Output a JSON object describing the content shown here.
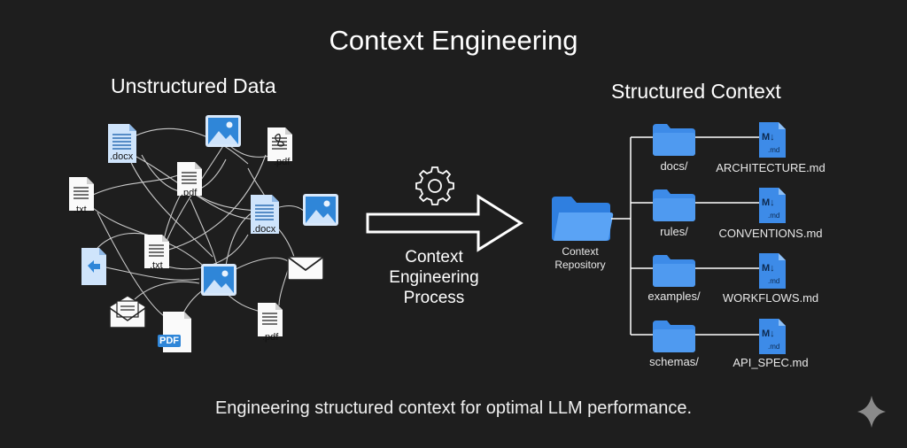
{
  "title": "Context Engineering",
  "left_heading": "Unstructured Data",
  "right_heading": "Structured Context",
  "process_label": [
    "Context",
    "Engineering",
    "Process"
  ],
  "repository_label": [
    "Context",
    "Repository"
  ],
  "folders": [
    "docs/",
    "rules/",
    "examples/",
    "schemas/"
  ],
  "md_files": [
    "ARCHITECTURE.md",
    "CONVENTIONS.md",
    "WORKFLOWS.md",
    "API_SPEC.md"
  ],
  "file_ext": {
    "docx": ".docx",
    "pdf": ".pdf",
    "txt": ".txt",
    "md": ".md",
    "pdf_badge": "PDF",
    "md_badge": "M↓"
  },
  "footer": "Engineering structured context for optimal LLM performance.",
  "colors": {
    "background": "#1e1e1e",
    "folder_blue": "#3d8be8",
    "folder_blue_light": "#5aa3f5",
    "doc_blue": "#cfe4fb",
    "image_blue": "#2f86d8"
  }
}
